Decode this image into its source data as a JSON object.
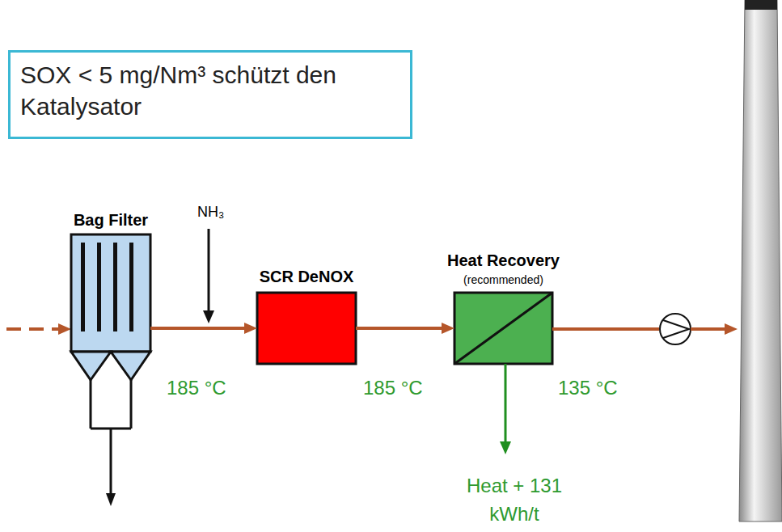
{
  "diagram": {
    "nodes": [
      {
        "text": [
          "SOX < 5 mg/Nm³ schützt den Katalysator"
        ]
      },
      {
        "text": [
          "Bag Filter"
        ]
      },
      {
        "text": [
          "SCR DeNOX"
        ]
      },
      {
        "text": [
          "Heat Recovery",
          "(recommended)"
        ]
      }
    ],
    "edges": [
      {
        "from": 1,
        "to": 2,
        "arrow": "to"
      },
      {
        "from": 2,
        "to": 3,
        "arrow": "to"
      }
    ],
    "labels": [
      "NH₃",
      "185 °C",
      "185 °C",
      "135 °C",
      "Heat + 131 kWh/t"
    ]
  }
}
